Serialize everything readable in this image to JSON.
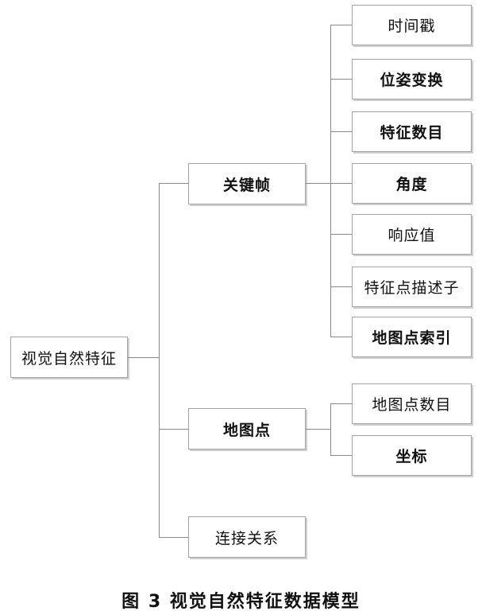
{
  "diagram": {
    "root": {
      "label": "视觉自然特征"
    },
    "branches": [
      {
        "label": "关键帧"
      },
      {
        "label": "地图点"
      },
      {
        "label": "连接关系"
      }
    ],
    "keyframe_fields": [
      "时间戳",
      "位姿变换",
      "特征数目",
      "角度",
      "响应值",
      "特征点描述子",
      "地图点索引"
    ],
    "mappoint_fields": [
      "地图点数目",
      "坐标"
    ],
    "caption": "图 3  视觉自然特征数据模型",
    "colors": {
      "line": "#8a8a8a",
      "box_border": "#a3a3a3",
      "text": "#111111",
      "background": "#ffffff"
    }
  }
}
